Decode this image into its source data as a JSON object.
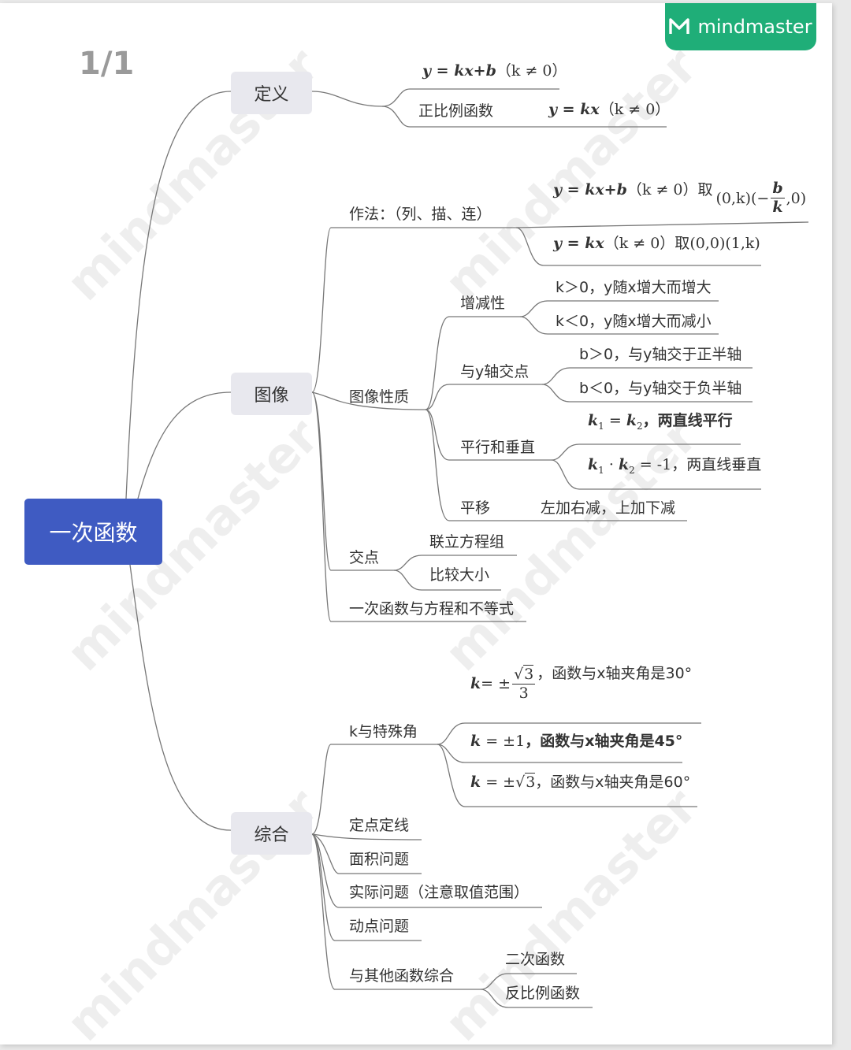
{
  "page_indicator": "1/1",
  "brand": {
    "name": "mindmaster",
    "color": "#1fae78",
    "icon": "mindmaster-logo-icon",
    "watermark": "mindmaster"
  },
  "root": {
    "label": "一次函数",
    "color": "#3f5bc2"
  },
  "definition": {
    "label": "定义",
    "formula": {
      "main": "y = kx+b",
      "cond": "（k ≠ 0）"
    },
    "direct_prop": {
      "label": "正比例函数",
      "main": "y = kx",
      "cond": "（k ≠ 0）"
    }
  },
  "graph": {
    "label": "图像",
    "method": {
      "label": "作法：（列、描、连）",
      "line1": {
        "main": "y = kx+b",
        "cond": "（k ≠ 0）",
        "take": "取",
        "points_a": "(0,k)(−",
        "frac_num": "b",
        "frac_den": "k",
        "points_b": ",0)"
      },
      "line2": {
        "main": "y = kx",
        "cond": "（k ≠ 0）",
        "take": "取",
        "points": "(0,0)(1,k)"
      }
    },
    "properties": {
      "label": "图像性质",
      "monotonic": {
        "label": "增减性",
        "items": [
          "k＞0，y随x增大而增大",
          "k＜0，y随x增大而减小"
        ]
      },
      "y_intercept": {
        "label": "与y轴交点",
        "items": [
          "b＞0，与y轴交于正半轴",
          "b＜0，与y轴交于负半轴"
        ]
      },
      "parallel": {
        "label": "平行和垂直",
        "item1": {
          "k1": "k",
          "sub1": "1",
          "eq": " = ",
          "k2": "k",
          "sub2": "2",
          "text": "，两直线平行"
        },
        "item2": {
          "k1": "k",
          "sub1": "1",
          "dot": " · ",
          "k2": "k",
          "sub2": "2",
          "eq": " = -1",
          "text": "，两直线垂直"
        }
      },
      "translation": {
        "label": "平移",
        "rule": "左加右减，上加下减"
      }
    },
    "intersection": {
      "label": "交点",
      "items": [
        "联立方程组",
        "比较大小"
      ]
    },
    "equations": {
      "label": "一次函数与方程和不等式"
    }
  },
  "comprehensive": {
    "label": "综合",
    "special_angle": {
      "label": "k与特殊角",
      "items": [
        {
          "k": "k",
          "eq": " = ±",
          "num": "3",
          "den": "3",
          "text": "，函数与x轴夹角是30°"
        },
        {
          "k": "k",
          "eq": " = ±1",
          "text": "，函数与x轴夹角是45°"
        },
        {
          "k": "k",
          "eq": " = ±",
          "root": "3",
          "text": "，函数与x轴夹角是60°"
        }
      ]
    },
    "items": [
      "定点定线",
      "面积问题",
      "实际问题（注意取值范围）",
      "动点问题"
    ],
    "other_functions": {
      "label": "与其他函数综合",
      "items": [
        "二次函数",
        "反比例函数"
      ]
    }
  }
}
